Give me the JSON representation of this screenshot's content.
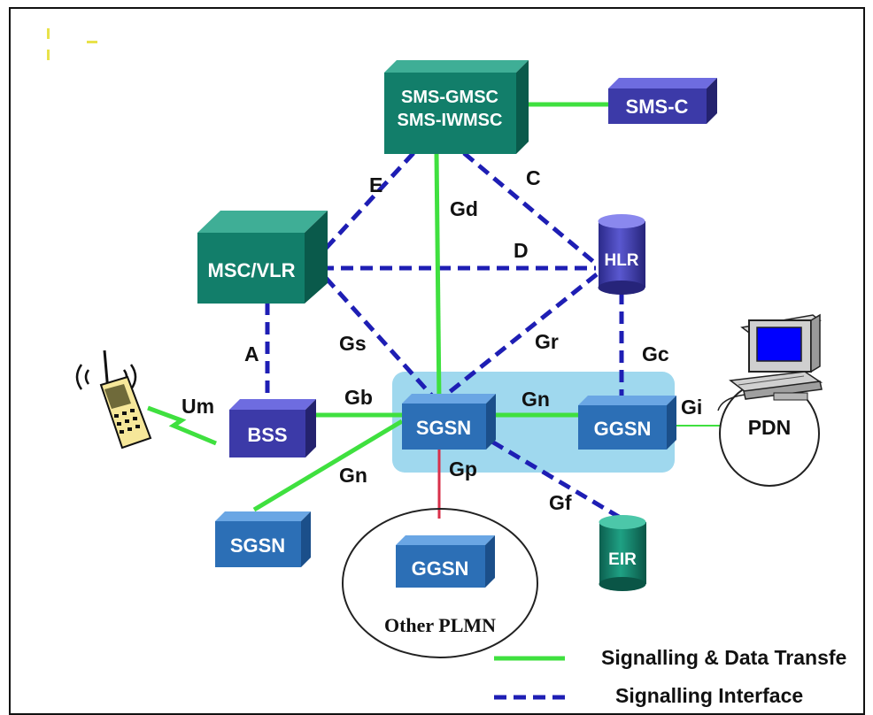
{
  "nodes": {
    "sms_gmsc": {
      "line1": "SMS-GMSC",
      "line2": "SMS-IWMSC"
    },
    "sms_c": "SMS-C",
    "msc_vlr": "MSC/VLR",
    "hlr": "HLR",
    "bss": "BSS",
    "sgsn_main": "SGSN",
    "ggsn_main": "GGSN",
    "pdn": "PDN",
    "sgsn_other": "SGSN",
    "ggsn_other": "GGSN",
    "other_plmn": "Other PLMN",
    "eir": "EIR"
  },
  "interfaces": {
    "E": "E",
    "C": "C",
    "Gd": "Gd",
    "D": "D",
    "A": "A",
    "Gs": "Gs",
    "Gr": "Gr",
    "Gc": "Gc",
    "Um": "Um",
    "Gb": "Gb",
    "Gn_core": "Gn",
    "Gi": "Gi",
    "Gn_other": "Gn",
    "Gp": "Gp",
    "Gf": "Gf"
  },
  "legend": {
    "solid": "Signalling & Data Transfe",
    "dashed": "Signalling Interface"
  },
  "colors": {
    "green_box": "#127e6a",
    "blue_box": "#2c6fb6",
    "indigo_box": "#3c3aa8",
    "solid_line": "#3fe03f",
    "dashed_line": "#1e1eb4",
    "gp_line": "#d8304a",
    "highlight": "#9fd8ee"
  }
}
